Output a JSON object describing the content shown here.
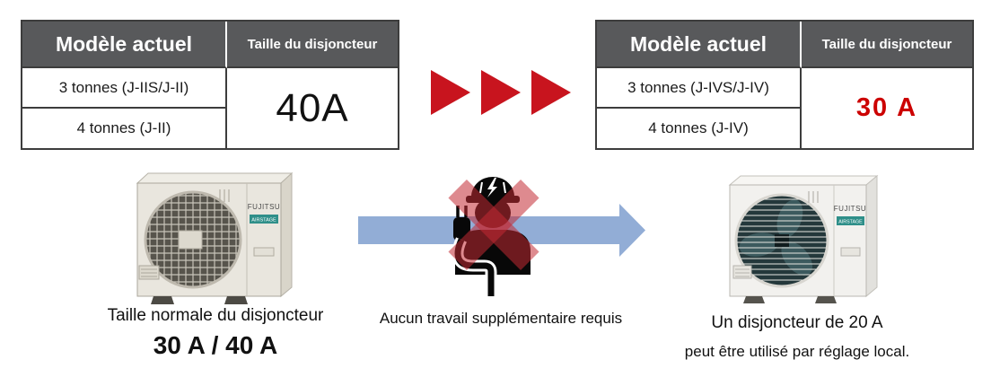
{
  "colors": {
    "header_bg": "#58595b",
    "table_border": "#3d3d3d",
    "accent_red": "#c8141e",
    "breaker_highlight_red": "#cc0000",
    "arrow_blue": "#92add6",
    "badge_teal": "#2f8f89"
  },
  "tables": {
    "left": {
      "header": [
        "Modèle actuel",
        "Taille du disjoncteur"
      ],
      "rows": [
        "3 tonnes (J-IIS/J-II)",
        "4 tonnes (J-II)"
      ],
      "breaker": "40A"
    },
    "right": {
      "header": [
        "Modèle actuel",
        "Taille du disjoncteur"
      ],
      "rows": [
        "3 tonnes (J-IVS/J-IV)",
        "4 tonnes (J-IV)"
      ],
      "breaker": "30 A"
    }
  },
  "units": {
    "left": {
      "brand": "FUJITSU",
      "badge": "AIRSTAGE",
      "caption1": "Taille normale du disjoncteur",
      "caption2": "30 A / 40 A"
    },
    "right": {
      "brand": "FUJITSU",
      "badge": "AIRSTAGE",
      "caption1": "Un disjoncteur de 20 A",
      "caption2": "peut être utilisé par réglage local."
    }
  },
  "middle": {
    "caption": "Aucun travail supplémentaire requis"
  }
}
